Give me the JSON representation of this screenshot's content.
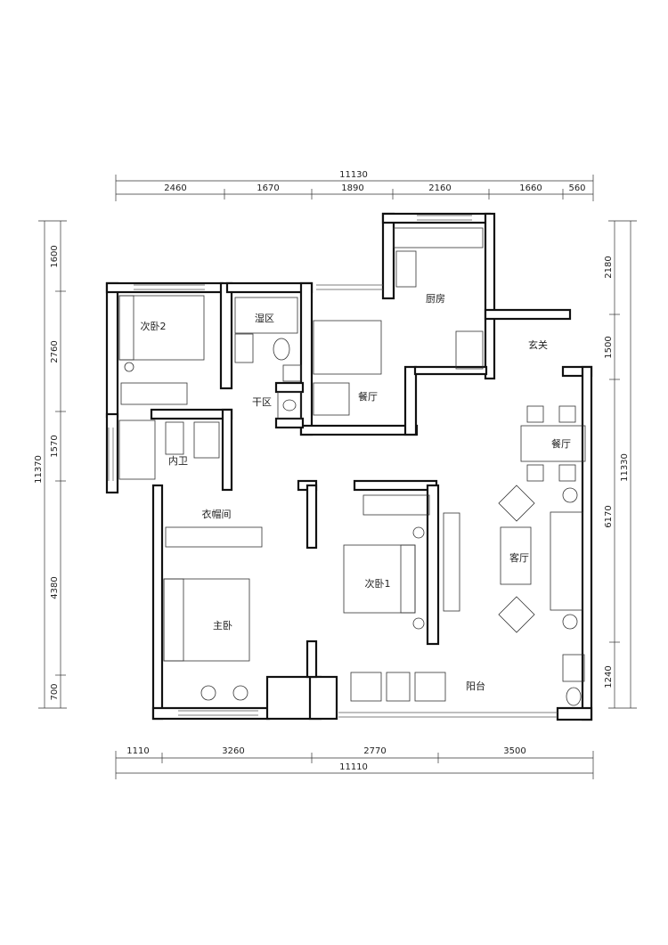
{
  "dimensions": {
    "top_total": "11130",
    "top": [
      "2460",
      "1670",
      "1890",
      "2160",
      "1660",
      "560"
    ],
    "bottom": [
      "1110",
      "3260",
      "2770",
      "3500"
    ],
    "bottom_total": "11110",
    "left": [
      "1600",
      "2760",
      "1570",
      "4380",
      "700"
    ],
    "left_total": "11370",
    "right_outer": [
      "2180",
      "1500",
      "6170",
      "1240"
    ],
    "right_inner": "11330"
  },
  "rooms": {
    "secondary_bedroom_2": "次卧2",
    "wet_area": "湿区",
    "kitchen": "厨房",
    "entrance": "玄关",
    "dry_area": "干区",
    "dining_room_small": "餐厅",
    "dining_room": "餐厅",
    "inner_bathroom": "内卫",
    "walk_in_closet": "衣帽间",
    "living_room": "客厅",
    "secondary_bedroom_1": "次卧1",
    "master_bedroom": "主卧",
    "balcony": "阳台"
  }
}
